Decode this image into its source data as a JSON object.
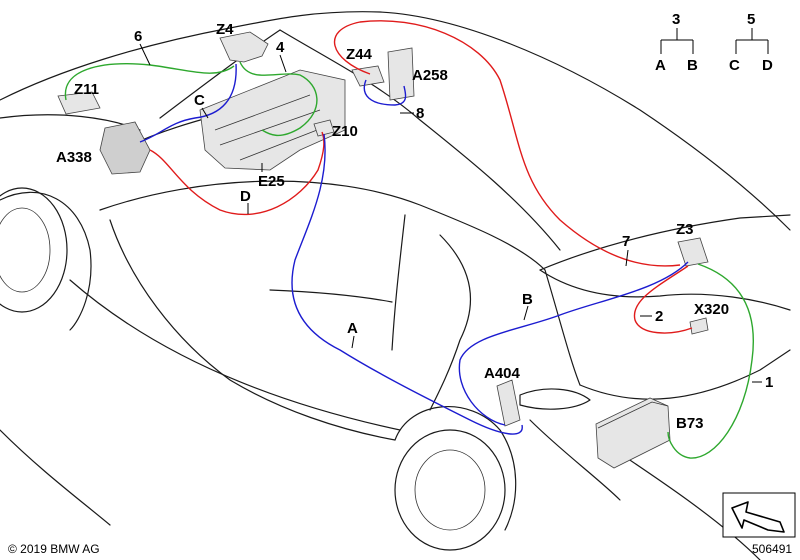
{
  "labels": {
    "z4": "Z4",
    "six": "6",
    "four": "4",
    "z44": "Z44",
    "a258": "A258",
    "eight": "8",
    "z11": "Z11",
    "c_wire": "C",
    "z10": "Z10",
    "a338": "A338",
    "e25": "E25",
    "d_wire": "D",
    "seven": "7",
    "z3": "Z3",
    "b_wire": "B",
    "two": "2",
    "x320": "X320",
    "a_wire": "A",
    "a404": "A404",
    "one": "1",
    "b73": "B73"
  },
  "legend": {
    "group1": {
      "parent": "3",
      "children": [
        "A",
        "B"
      ]
    },
    "group2": {
      "parent": "5",
      "children": [
        "C",
        "D"
      ]
    }
  },
  "footer": {
    "copyright": "© 2019 BMW AG",
    "ref_number": "506491"
  },
  "colors": {
    "green": "#2ea82e",
    "red": "#e01b1b",
    "blue": "#1c1cd0",
    "body": "#1a1a1a"
  }
}
